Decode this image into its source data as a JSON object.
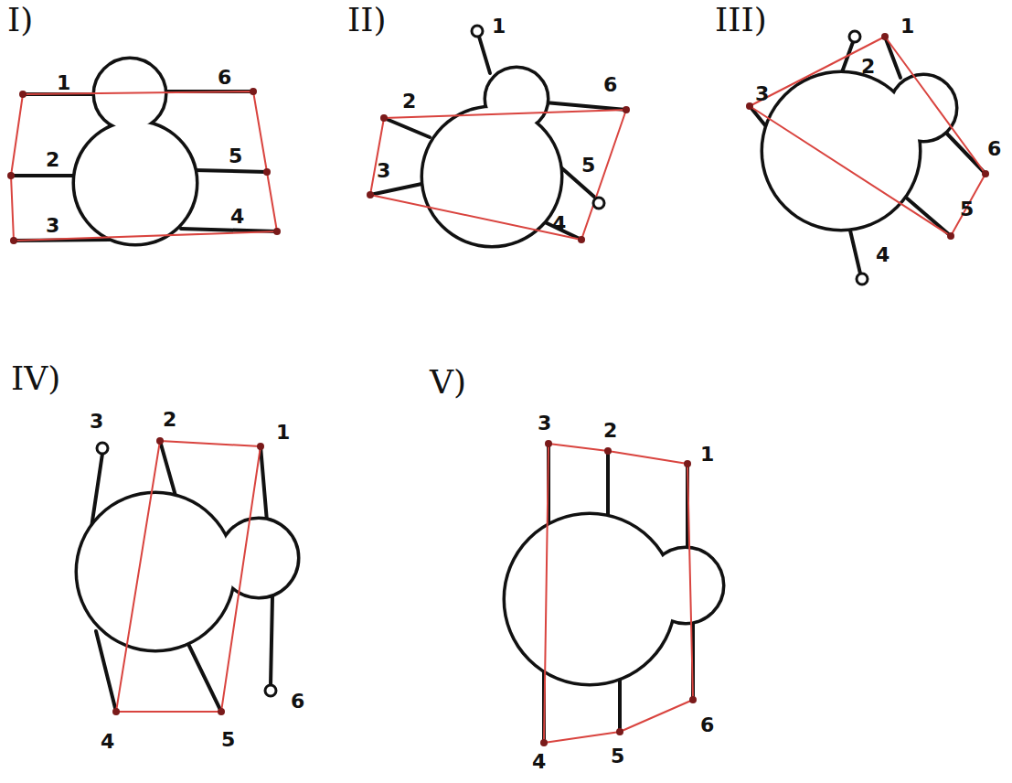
{
  "diagram": {
    "labels": [
      "I)",
      "1",
      "6",
      "2",
      "5",
      "3",
      "4",
      "II)",
      "1",
      "2",
      "6",
      "3",
      "5",
      "4",
      "III)",
      "1",
      "2",
      "3",
      "6",
      "5",
      "4",
      "IV)",
      "3",
      "2",
      "1",
      "4",
      "5",
      "6",
      "V)",
      "3",
      "2",
      "1",
      "4",
      "5",
      "6"
    ]
  }
}
